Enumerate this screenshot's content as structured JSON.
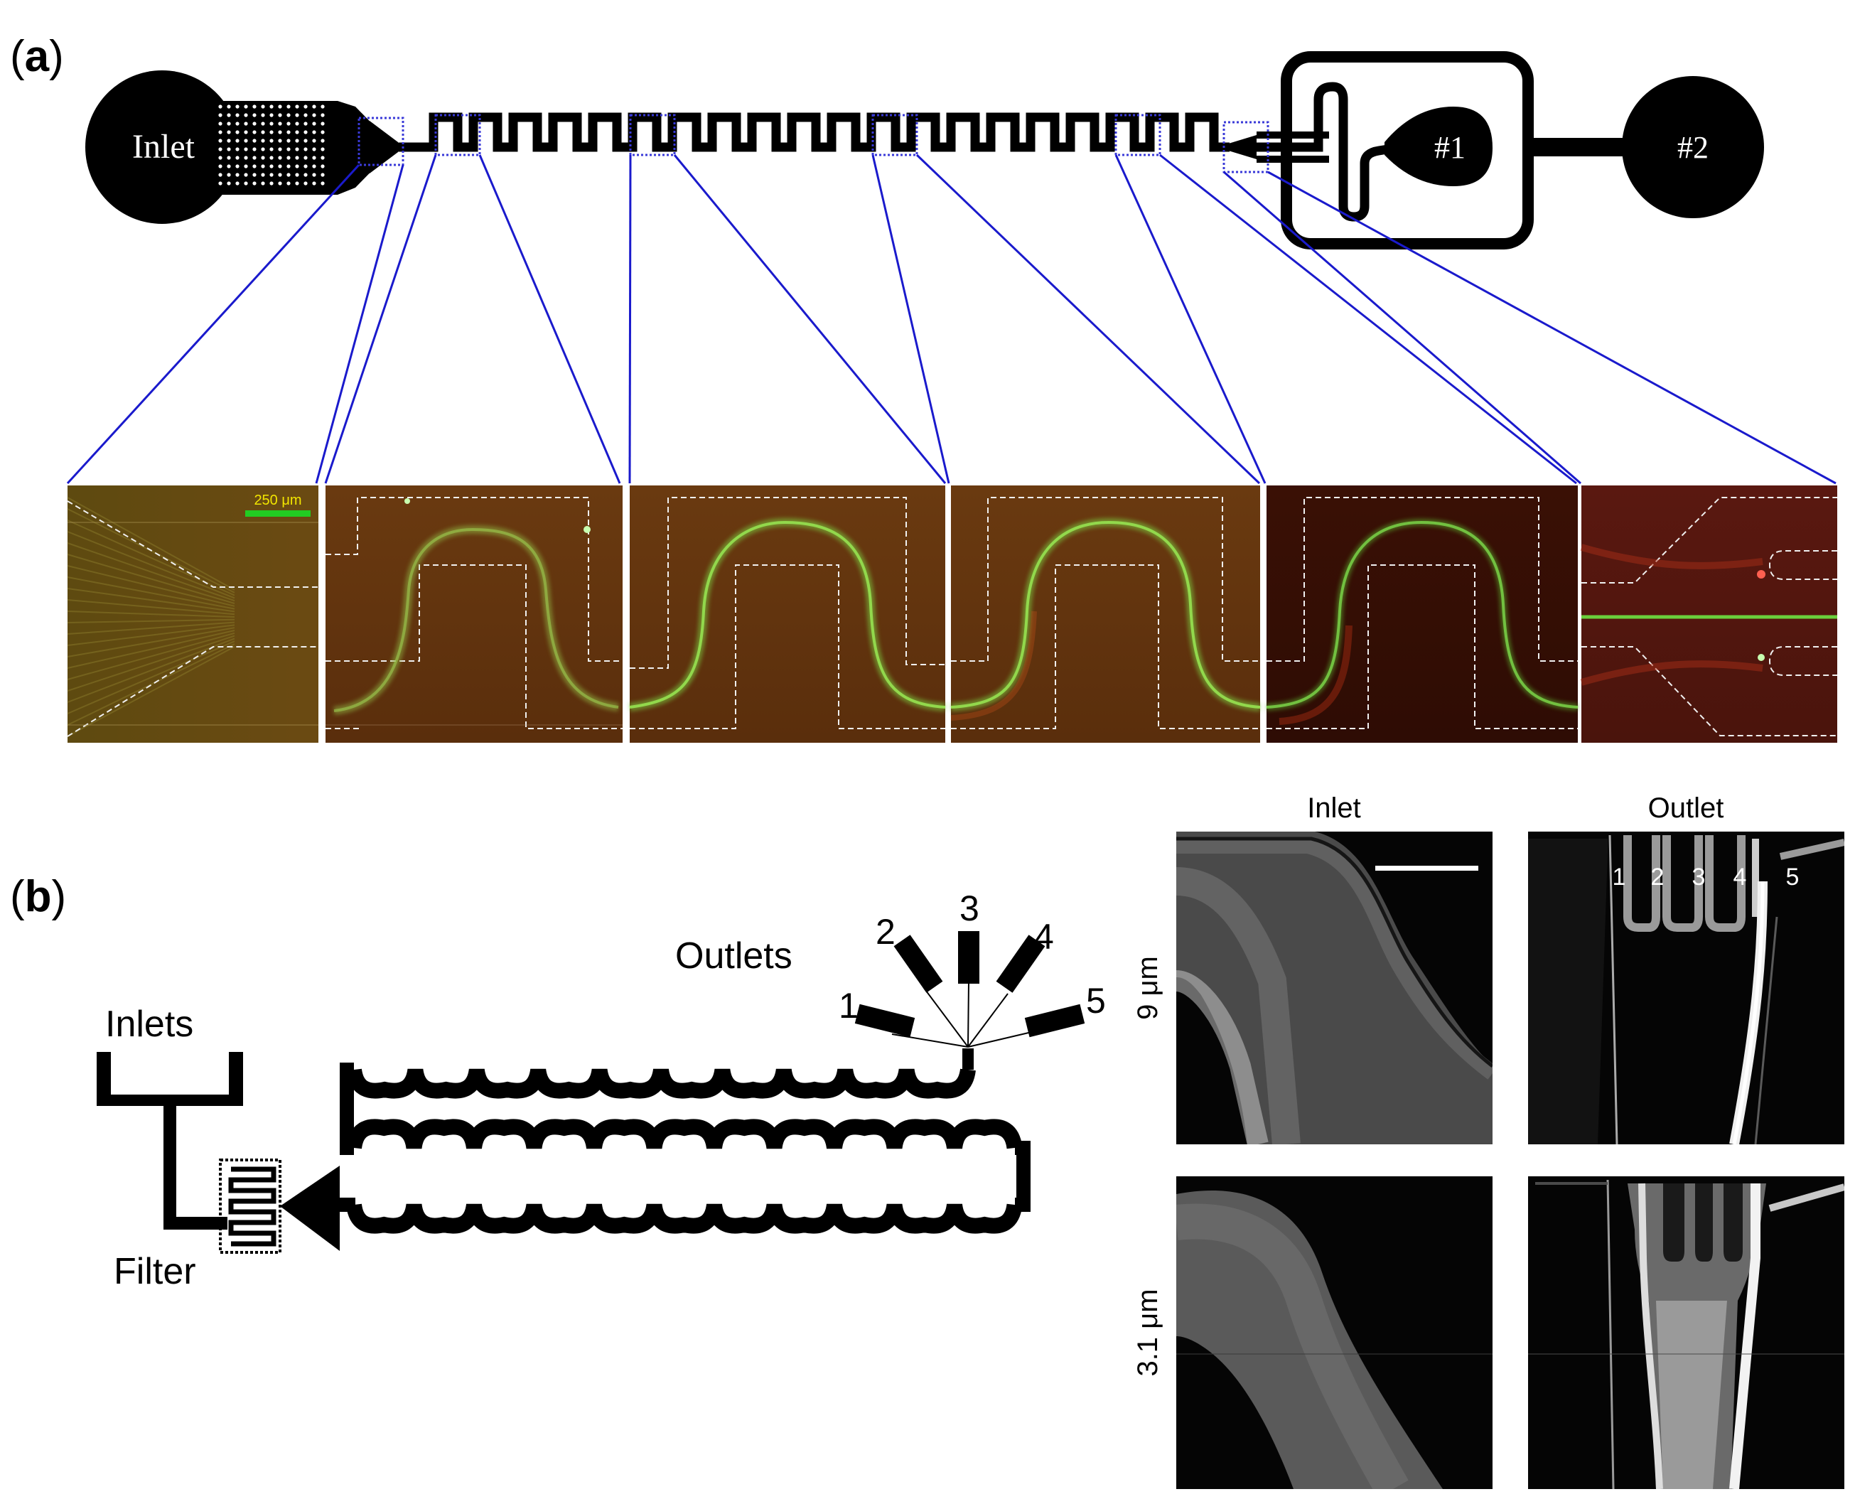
{
  "panel_a": {
    "label": "a",
    "inlet_label": "Inlet",
    "outlet1_label": "#1",
    "outlet2_label": "#2",
    "scale_bar_label": "250 μm"
  },
  "panel_b": {
    "label": "b",
    "inlets_label": "Inlets",
    "filter_label": "Filter",
    "outlets_label": "Outlets",
    "outlet_numbers": [
      "1",
      "2",
      "3",
      "4",
      "5"
    ],
    "col_inlet": "Inlet",
    "col_outlet": "Outlet",
    "row_9um": "9 μm",
    "row_3um": "3.1 μm",
    "micro_numbers": [
      "1",
      "2",
      "3",
      "4",
      "5"
    ]
  },
  "colors": {
    "connector_lines": "#1a1acc",
    "zoom_boxes": "#3a3ad8",
    "channel": "#000000",
    "fluor_green": "#7fd35a",
    "fluor_red": "#c23a1a",
    "scale_bar": "#22cc22"
  }
}
